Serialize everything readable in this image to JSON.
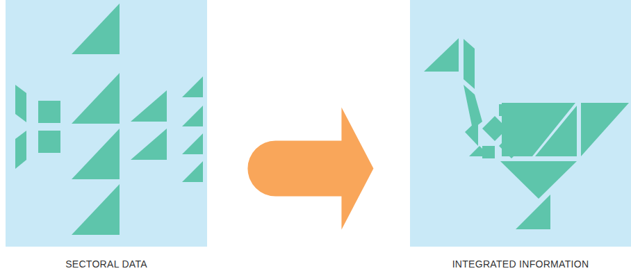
{
  "diagram": {
    "nodes": [
      {
        "text": [
          "SECTORAL DATA"
        ]
      },
      {
        "text": [
          "INTEGRATED INFORMATION"
        ]
      }
    ],
    "edges": [
      {
        "from": 0,
        "to": 1,
        "arrow": "to"
      }
    ]
  }
}
